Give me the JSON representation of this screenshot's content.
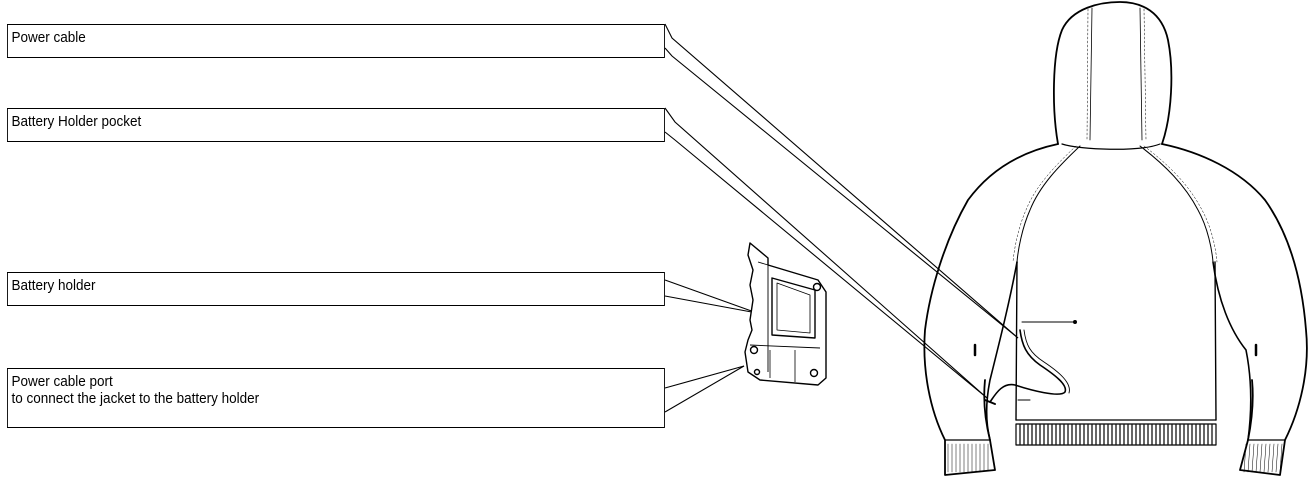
{
  "labels": {
    "power_cable": "Power cable",
    "battery_holder_pocket": "Battery Holder pocket",
    "battery_holder": "Battery holder",
    "power_cable_port_line1": "Power cable port",
    "power_cable_port_line2": "to connect the jacket to the battery holder"
  }
}
